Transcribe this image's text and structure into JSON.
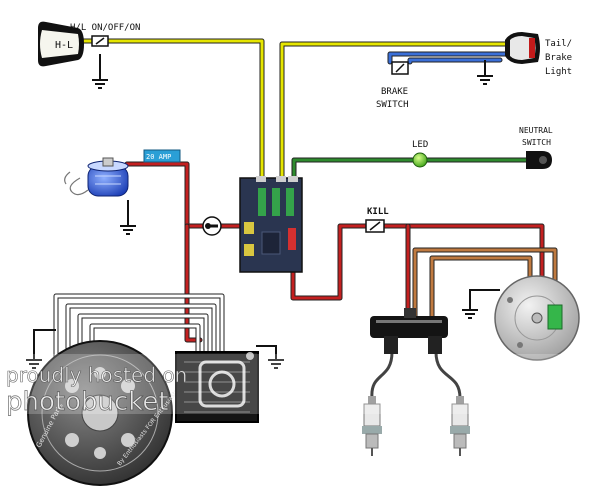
{
  "labels": {
    "headlight_switch": "H/L ON/OFF/ON",
    "headlight": "H-L",
    "tail_line1": "Tail/",
    "tail_line2": "Brake",
    "tail_line3": "Light",
    "brake_line1": "BRAKE",
    "brake_line2": "SWITCH",
    "led": "LED",
    "neutral_line1": "NEUTRAL",
    "neutral_line2": "SWITCH",
    "fuse": "20 AMP",
    "kill": "KILL",
    "watermark_line1": "proudly hosted on",
    "watermark_line2": "photobucket",
    "magneto_text_1": "Genuine Parts",
    "magneto_text_2": "By Enthusiasts FOR Enthusiasts"
  },
  "colors": {
    "yellow_wire": "#e6e600",
    "blue_wire": "#3a6fd8",
    "green_wire": "#2e8b2e",
    "red_wire": "#c42020",
    "brown_wire": "#c07a40",
    "white_wire": "#ffffff",
    "black_wire": "#111111"
  },
  "icons": [
    "headlight-icon",
    "tail-light-icon",
    "brake-switch-icon",
    "led-icon",
    "neutral-switch-icon",
    "battery-icon",
    "fuse-icon",
    "ignition-switch-icon",
    "fuse-box-icon",
    "kill-switch-icon",
    "ignition-coil-icon",
    "spark-plug-icon",
    "stator-icon",
    "regulator-icon",
    "ground-icon"
  ]
}
